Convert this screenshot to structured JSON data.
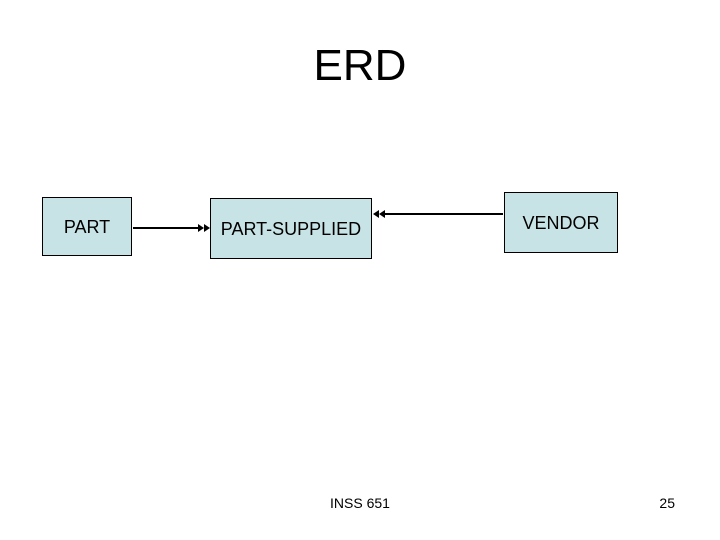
{
  "slide": {
    "title": "ERD",
    "footer": {
      "course": "INSS 651",
      "page_number": "25"
    }
  },
  "diagram": {
    "entities": [
      {
        "id": "part",
        "label": "PART"
      },
      {
        "id": "part_supplied",
        "label": "PART-SUPPLIED"
      },
      {
        "id": "vendor",
        "label": "VENDOR"
      }
    ],
    "relationships": [
      {
        "from": "PART",
        "to": "PART-SUPPLIED",
        "arrow": "double-arrowhead pointing into left side of PART-SUPPLIED"
      },
      {
        "from": "VENDOR",
        "to": "PART-SUPPLIED",
        "arrow": "double-arrowhead pointing into right side of PART-SUPPLIED"
      }
    ]
  },
  "theme": {
    "background": "#ffffff",
    "entity_fill": "#c7e3e5",
    "entity_border": "#000000",
    "connector_color": "#000000",
    "text_color": "#000000"
  }
}
